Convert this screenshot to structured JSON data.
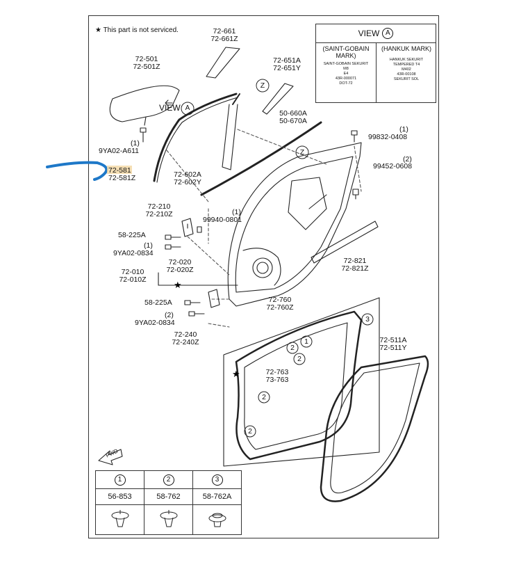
{
  "notice": "★ This part is not serviced.",
  "view_box": {
    "title": "VIEW",
    "title_ref": "A",
    "col_left": "(SAINT-GOBAIN MARK)",
    "col_right": "(HANKUK MARK)",
    "left_glass_text": [
      "SAINT-GOBAIN SEKURIT",
      "M8",
      "E4",
      "43R-000071",
      "DOT-72"
    ],
    "right_glass_text": [
      "HANKUK SEKURIT",
      "TEMPERED T4",
      "M402",
      "43R-00108",
      "SEKURIT SOL"
    ]
  },
  "callouts": {
    "p72661": "72-661",
    "p72661z": "72-661Z",
    "p72501": "72-501",
    "p72501z": "72-501Z",
    "p72651a": "72-651A",
    "p72651y": "72-651Y",
    "p50660a": "50-660A",
    "p50670a": "50-670A",
    "view_a": "VIEW",
    "view_a_ref": "A",
    "z1": "Z",
    "z2": "Z",
    "bolt_qty1": "(1)",
    "p9ya02a611": "9YA02-A611",
    "p99832": "99832-0408",
    "qty99832": "(1)",
    "p99452": "99452-0608",
    "qty99452": "(2)",
    "p72581": "72-581",
    "p72581z": "72-581Z",
    "p72602a": "72-602A",
    "p72602y": "72-602Y",
    "p72210": "72-210",
    "p72210z": "72-210Z",
    "qty99940": "(1)",
    "p99940": "99940-0801",
    "p58225a_1": "58-225A",
    "qty9ya_1": "(1)",
    "p9ya020834_1": "9YA02-0834",
    "p72020": "72-020",
    "p72020z": "72-020Z",
    "p72010": "72-010",
    "p72010z": "72-010Z",
    "p72821": "72-821",
    "p72821z": "72-821Z",
    "p58225a_2": "58-225A",
    "qty9ya_2": "(2)",
    "p9ya020834_2": "9YA02-0834",
    "p72240": "72-240",
    "p72240z": "72-240Z",
    "p72760": "72-760",
    "p72760z": "72-760Z",
    "p72763": "72-763",
    "p73763": "73-763",
    "p72511a": "72-511A",
    "p72511y": "72-511Y",
    "fwd": "FWD",
    "clip_1": "1",
    "clip_2": "2",
    "clip_3": "3"
  },
  "clip_table": {
    "headers": [
      "1",
      "2",
      "3"
    ],
    "parts": [
      "56-853",
      "58-762",
      "58-762A"
    ]
  },
  "colors": {
    "line": "#222222",
    "annotation_blue": "#1e78c8",
    "highlight": "#f3d7a3"
  }
}
